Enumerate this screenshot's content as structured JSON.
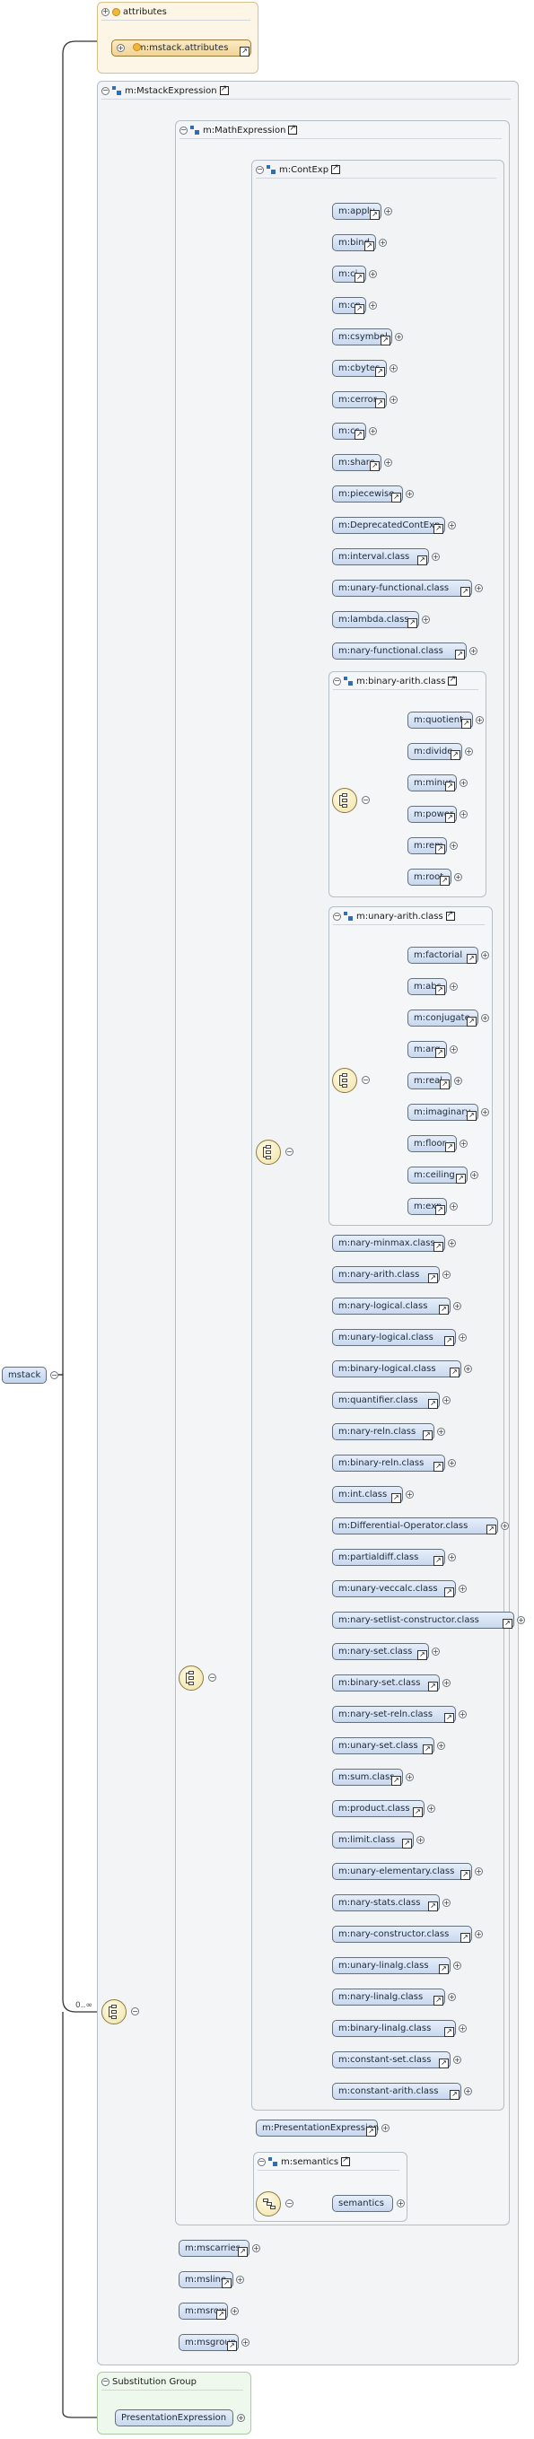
{
  "root": {
    "label": "mstack"
  },
  "attributes": {
    "title": "attributes",
    "item": "m:mstack.attributes"
  },
  "mstack_expression": {
    "title": "m:MstackExpression"
  },
  "math_expression": {
    "title": "m:MathExpression"
  },
  "content_exp": {
    "title": "m:ContExp",
    "items_top": [
      "m:apply",
      "m:bind",
      "m:ci",
      "m:cn",
      "m:csymbol",
      "m:cbytes",
      "m:cerror",
      "m:cs",
      "m:share",
      "m:piecewise",
      "m:DeprecatedContExp",
      "m:interval.class",
      "m:unary-functional.class",
      "m:lambda.class",
      "m:nary-functional.class"
    ],
    "binary_arith": {
      "title": "m:binary-arith.class",
      "items": [
        "m:quotient",
        "m:divide",
        "m:minus",
        "m:power",
        "m:rem",
        "m:root"
      ]
    },
    "unary_arith": {
      "title": "m:unary-arith.class",
      "items": [
        "m:factorial",
        "m:abs",
        "m:conjugate",
        "m:arg",
        "m:real",
        "m:imaginary",
        "m:floor",
        "m:ceiling",
        "m:exp"
      ]
    },
    "items_bottom": [
      "m:nary-minmax.class",
      "m:nary-arith.class",
      "m:nary-logical.class",
      "m:unary-logical.class",
      "m:binary-logical.class",
      "m:quantifier.class",
      "m:nary-reln.class",
      "m:binary-reln.class",
      "m:int.class",
      "m:Differential-Operator.class",
      "m:partialdiff.class",
      "m:unary-veccalc.class",
      "m:nary-setlist-constructor.class",
      "m:nary-set.class",
      "m:binary-set.class",
      "m:nary-set-reln.class",
      "m:unary-set.class",
      "m:sum.class",
      "m:product.class",
      "m:limit.class",
      "m:unary-elementary.class",
      "m:nary-stats.class",
      "m:nary-constructor.class",
      "m:unary-linalg.class",
      "m:nary-linalg.class",
      "m:binary-linalg.class",
      "m:constant-set.class",
      "m:constant-arith.class"
    ]
  },
  "presentation": {
    "label": "m:PresentationExpression"
  },
  "semantics_group": {
    "title": "m:semantics",
    "item": "semantics"
  },
  "mstack_items": [
    "m:mscarries",
    "m:msline",
    "m:msrow",
    "m:msgroup"
  ],
  "cardinality": "0..∞",
  "substitution": {
    "title": "Substitution Group",
    "item": "PresentationExpression"
  }
}
